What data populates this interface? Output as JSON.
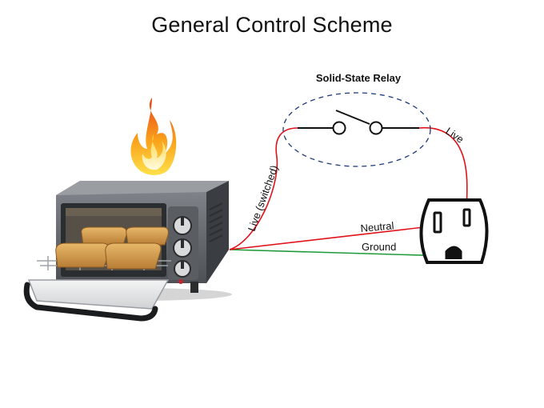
{
  "title": "General Control Scheme",
  "relay": {
    "label": "Solid-State Relay"
  },
  "wires": {
    "live_switched": {
      "label": "Live (switched)",
      "color": "#e2121a"
    },
    "live": {
      "label": "Live",
      "color": "#e2121a"
    },
    "neutral": {
      "label": "Neutral",
      "color": "#e2121a"
    },
    "ground": {
      "label": "Ground",
      "color": "#1f9a3a"
    }
  },
  "colors": {
    "relay_outline": "#1f3a7a",
    "switch": "#111111",
    "outlet": "#111111",
    "oven_body": "#6a6e74",
    "toast": "#d9a55a",
    "flame": "#f7931e"
  },
  "icons": {
    "flame": "flame-icon",
    "oven": "toaster-oven-icon",
    "outlet": "power-outlet-icon"
  }
}
